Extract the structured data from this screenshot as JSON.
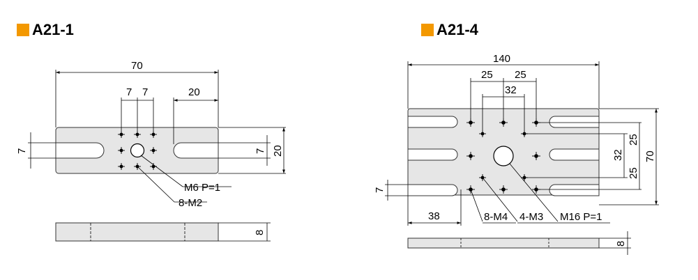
{
  "accent_color": "#f39800",
  "a21_1": {
    "title": "A21-1",
    "dims": {
      "total_width": "70",
      "hole_pitch_1": "7",
      "hole_pitch_2": "7",
      "slot_length": "20",
      "slot_width_left": "7",
      "slot_width_right": "7",
      "height": "20",
      "thickness": "8"
    },
    "callouts": {
      "center_thread": "M6 P=1",
      "mount_holes": "8-M2"
    }
  },
  "a21_4": {
    "title": "A21-4",
    "dims": {
      "total_width": "140",
      "pitch_left": "25",
      "pitch_right": "25",
      "pitch_inner": "32",
      "v_pitch_upper": "25",
      "v_pitch_inner": "32",
      "v_pitch_lower": "25",
      "height": "70",
      "slot_width": "7",
      "slot_length": "38",
      "thickness": "8"
    },
    "callouts": {
      "holes_m4": "8-M4",
      "holes_m3": "4-M3",
      "center_thread": "M16 P=1"
    }
  }
}
